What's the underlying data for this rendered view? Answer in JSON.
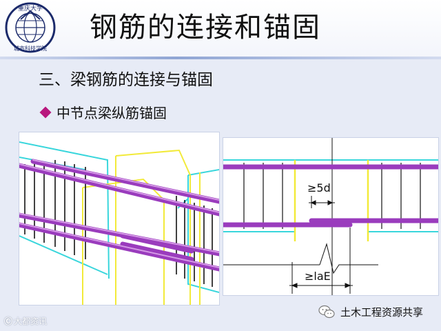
{
  "slide": {
    "title": "钢筋的连接和锚固",
    "subtitle": "三、梁钢筋的连接与锚固",
    "bullet": "中节点梁纵筋锚固"
  },
  "logo": {
    "text_top": "重庆大学",
    "text_bottom": "城市科技学院"
  },
  "right_diagram": {
    "label_5d": "≥5d",
    "label_lae": "≥laE"
  },
  "watermarks": {
    "left": "大都资讯",
    "right": "土木工程资源共享"
  },
  "colors": {
    "rebar": "#9a3cbd",
    "column_outline": "#f2ea3a",
    "beam_outline": "#39d6dc",
    "bullet": "#b8177d"
  },
  "icons": {
    "bullet": "diamond-icon",
    "wechat": "wechat-icon",
    "left_watermark": "weibo-icon"
  }
}
